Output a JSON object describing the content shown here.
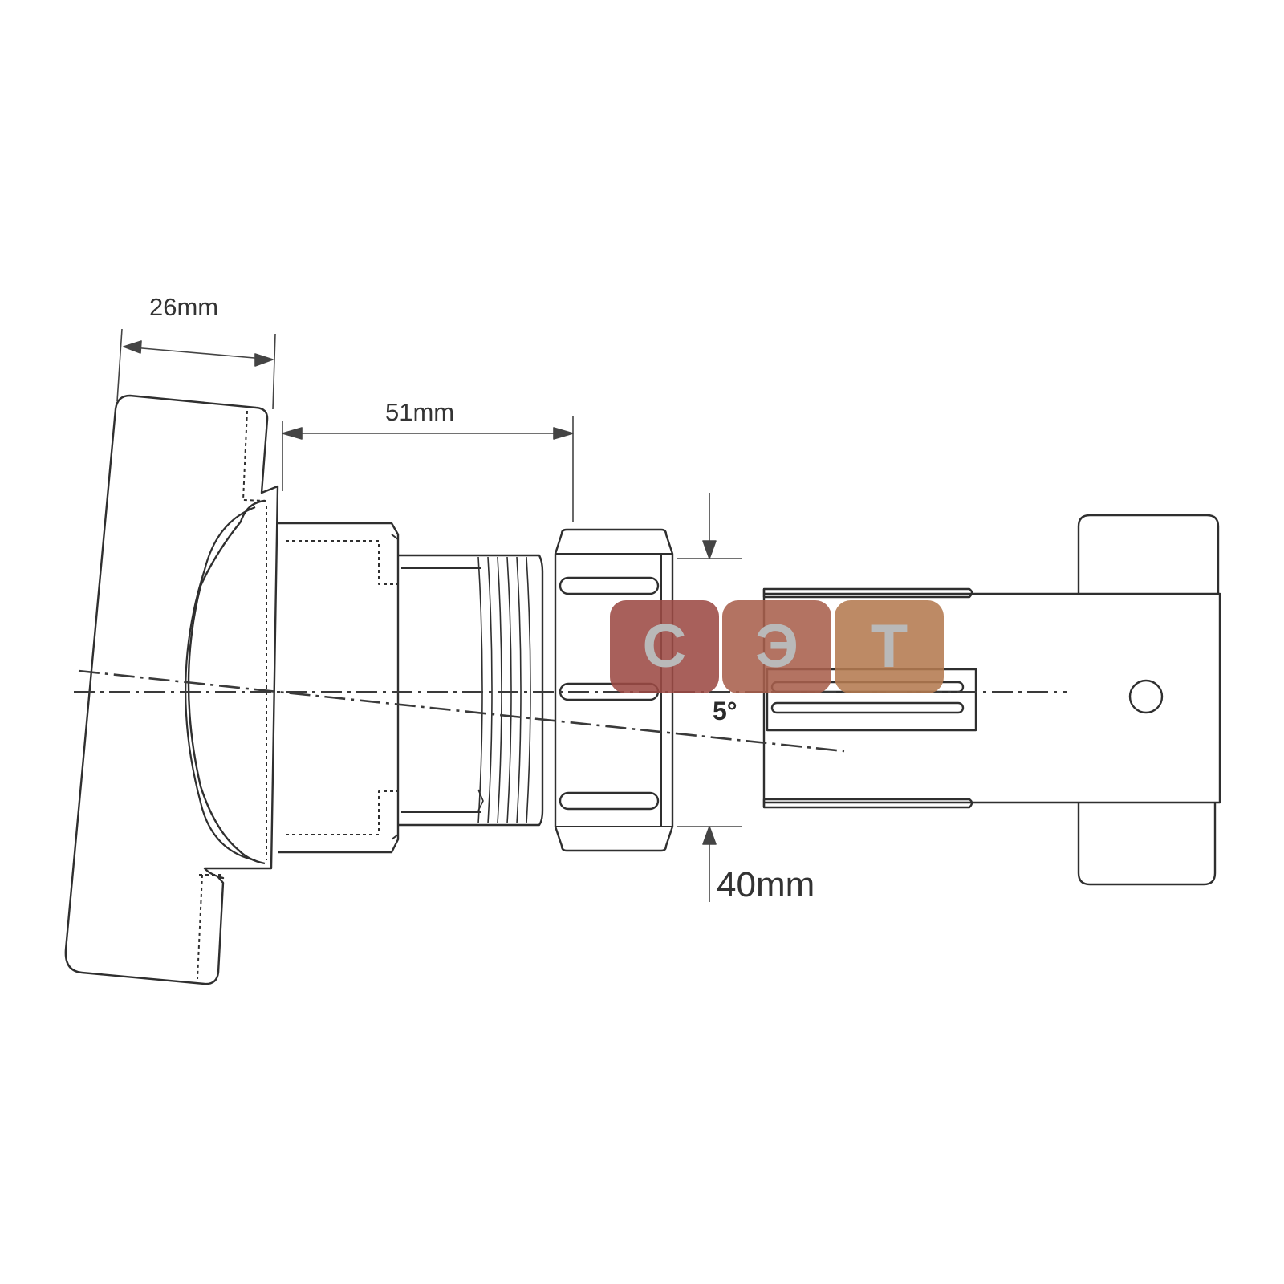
{
  "dimensions": {
    "flange_width": "26mm",
    "body_length": "51mm",
    "pipe_diameter": "40mm",
    "angle": "5°"
  },
  "watermark": {
    "letters": [
      "С",
      "Э",
      "Т"
    ],
    "colors": [
      "#9c4a44",
      "#a8604c",
      "#b47a50"
    ]
  }
}
